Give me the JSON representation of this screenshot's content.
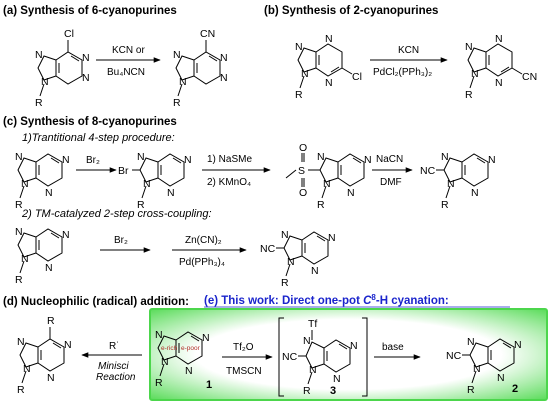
{
  "colors": {
    "panel_green": "#4cd64c",
    "panel_green_light": "#c8f5c8",
    "work_blue": "#1a24cc",
    "annotation_red": "#b0302a"
  },
  "sections": {
    "a": {
      "title": "(a) Synthesis of 6-cyanopurines",
      "reagent_top": "KCN or",
      "reagent_bottom": "Bu₄NCN"
    },
    "b": {
      "title": "(b) Synthesis of 2-cyanopurines",
      "reagent_top": "KCN",
      "reagent_bottom": "PdCl₂(PPh₃)₂"
    },
    "c": {
      "title": "(c) Synthesis of 8-cyanopurines",
      "route1_label": "1)Trantitional 4-step procedure:",
      "route1_step1": "Br₂",
      "route1_step2_top": "1) NaSMe",
      "route1_step2_bottom": "2) KMnO₄",
      "route1_step3_top": "NaCN",
      "route1_step3_bottom": "DMF",
      "route2_label": "2) TM-catalyzed 2-step cross-coupling:",
      "route2_step1": "Br₂",
      "route2_step2_top": "Zn(CN)₂",
      "route2_step2_bottom": "Pd(PPh₃)₄"
    },
    "d": {
      "title": "(d) Nucleophilic (radical) addition:",
      "reagent": "R˙",
      "reaction_top": "Minisci",
      "reaction_bottom": "Reaction"
    },
    "e": {
      "title": "(e) This work: Direct one-pot C8-H cyanation:",
      "title_prefix": "(e) This work: Direct one-pot ",
      "title_c": "C",
      "title_sup": "8",
      "title_suffix": "-H cyanation:",
      "step1_top": "Tf₂O",
      "step1_bottom": "TMSCN",
      "step2": "base",
      "e_rich": "e-rich",
      "e_poor": "e-poor",
      "compound_1": "1",
      "compound_2": "2",
      "compound_3": "3"
    }
  },
  "atoms": {
    "N": "N",
    "R": "R",
    "Cl": "Cl",
    "CN": "CN",
    "NC": "NC",
    "Br": "Br",
    "Tf": "Tf",
    "S": "S",
    "O": "O"
  }
}
